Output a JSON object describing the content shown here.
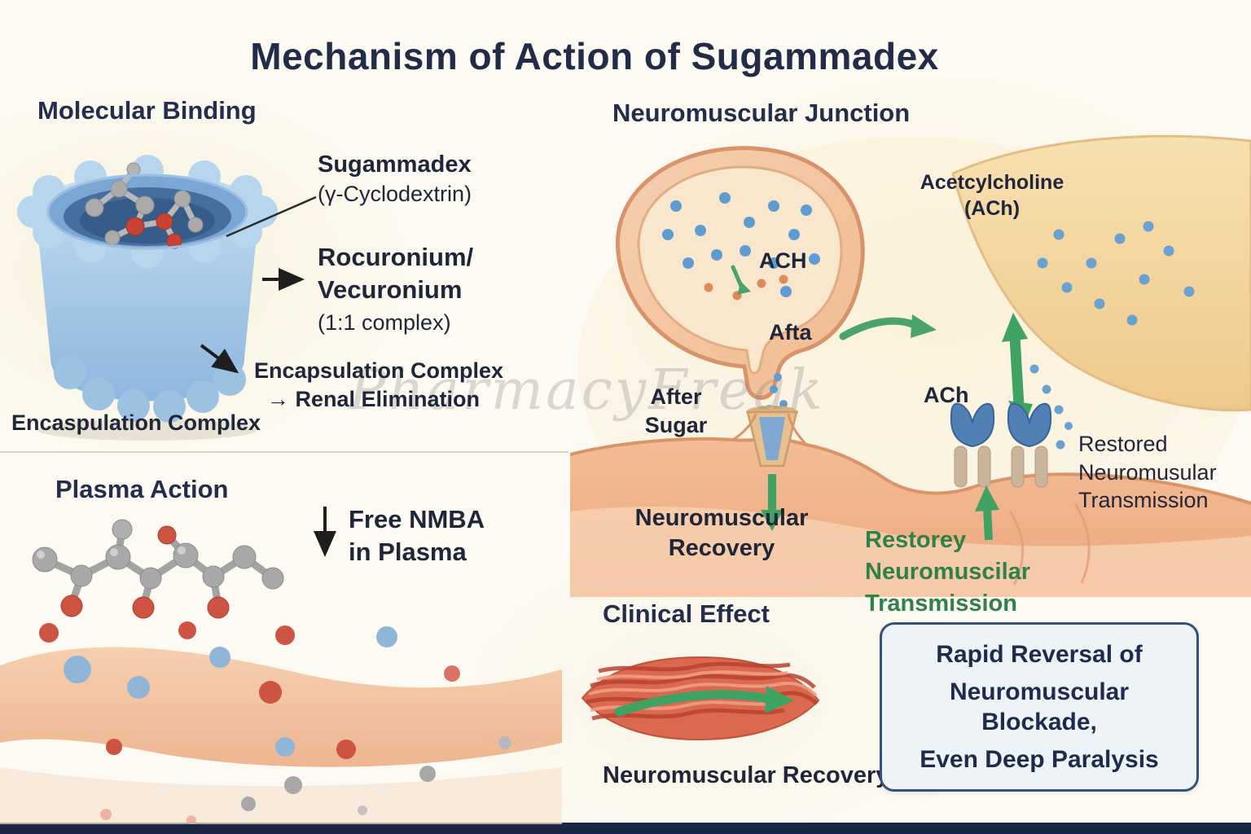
{
  "title": "Mechanism of Action of Sugammadex",
  "watermark": "PharmacyFreak",
  "colors": {
    "navy_text": "#222c49",
    "green_accent": "#2f8049",
    "arrow_green": "#3fa263",
    "cup_blue": "#a9cde9",
    "callout_border": "#33517a",
    "background_cream": "#fcfaf3",
    "bottom_bar": "#1b2845"
  },
  "molecular_binding": {
    "heading": "Molecular Binding",
    "sugammadex": [
      "Sugammadex",
      "(γ-Cyclodextrin)"
    ],
    "rocuronium": [
      "Rocuronium/",
      "Vecuronium",
      "(1:1 complex)"
    ],
    "encapsulation": [
      "Encapsulation Complex",
      "→ Renal Elimination"
    ],
    "encaspulation_caption": "Encaspulation Complex"
  },
  "plasma_action": {
    "heading": "Plasma Action",
    "free_nmba": [
      "Free NMBA",
      "in Plasma"
    ]
  },
  "neuromuscular_junction": {
    "heading": "Neuromuscular Junction",
    "acetylcholine": [
      "Acetcylcholine",
      "(ACh)"
    ],
    "ach_vesicle": "ACH",
    "afta": "Afta",
    "after_sugar": [
      "After",
      "Sugar"
    ],
    "ach_receptor": "ACh",
    "restored": [
      "Restored",
      "Neuromusular",
      "Transmission"
    ],
    "recovery": [
      "Neuromuscular",
      "Recovery"
    ],
    "restorey": [
      "Restorey",
      "Neuromuscilar",
      "Transmission"
    ]
  },
  "clinical_effect": {
    "heading": "Clinical Effect",
    "caption": "Neuromuscular Recovery",
    "callout": [
      "Rapid Reversal of",
      "Neuromuscular Blockade,",
      "Even Deep Paralysis"
    ]
  }
}
